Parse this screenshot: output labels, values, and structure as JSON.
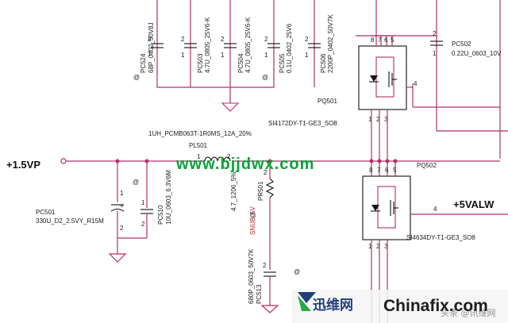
{
  "nets": {
    "p15vp": "+1.5VP",
    "p5valw": "+5VALW"
  },
  "inductor": {
    "ref": "PL501",
    "value": "1UH_PCMB063T-1R0MS_12A_20%",
    "pin1": "1",
    "pin2": "2"
  },
  "resistor": {
    "ref": "PR501",
    "value": "4.7_1206_5%",
    "snub_label": "SNUB",
    "snub_net": "5V"
  },
  "capacitors": {
    "pc501": {
      "ref": "PC501",
      "value": "330U_D2_2.5VY_R15M"
    },
    "pc510": {
      "ref": "PC510",
      "value": "10U_0603_6.3V6M"
    },
    "pc513": {
      "ref": "PC513",
      "value": "680P_0603_50V7K"
    },
    "pc524": {
      "ref": "PC524",
      "value": "68P_0402_50V8J"
    },
    "pc503": {
      "ref": "PC503",
      "value": "4.7U_0805_25V6-K"
    },
    "pc504": {
      "ref": "PC504",
      "value": "4.7U_0805_25V6-K"
    },
    "pc505": {
      "ref": "PC505",
      "value": "0.1U_0402_25V6"
    },
    "pc506": {
      "ref": "PC506",
      "value": "2200P_0402_50V7K"
    },
    "pc502": {
      "ref": "PC502",
      "value": "0.22U_0603_10V"
    }
  },
  "mosfets": {
    "pq501": {
      "ref": "PQ501",
      "part": "SI4172DY-T1-GE3_SO8"
    },
    "pq502": {
      "ref": "PQ502",
      "part": "SI4634DY-T1-GE3_SO8"
    }
  },
  "pins": {
    "n1": "1",
    "n2": "2",
    "n3": "3",
    "n4": "4",
    "n5": "5",
    "n6": "6",
    "n7": "7",
    "n8": "8"
  },
  "marks": {
    "at": "@"
  },
  "watermark": {
    "site": "www.bjjdwx.com",
    "logo_cn": "迅维网",
    "logo_en": "Chinafix.com",
    "logo_overlay": "头条 @讯维网"
  },
  "colors": {
    "wire": "#b0306a",
    "watermark": "#08a33a"
  }
}
